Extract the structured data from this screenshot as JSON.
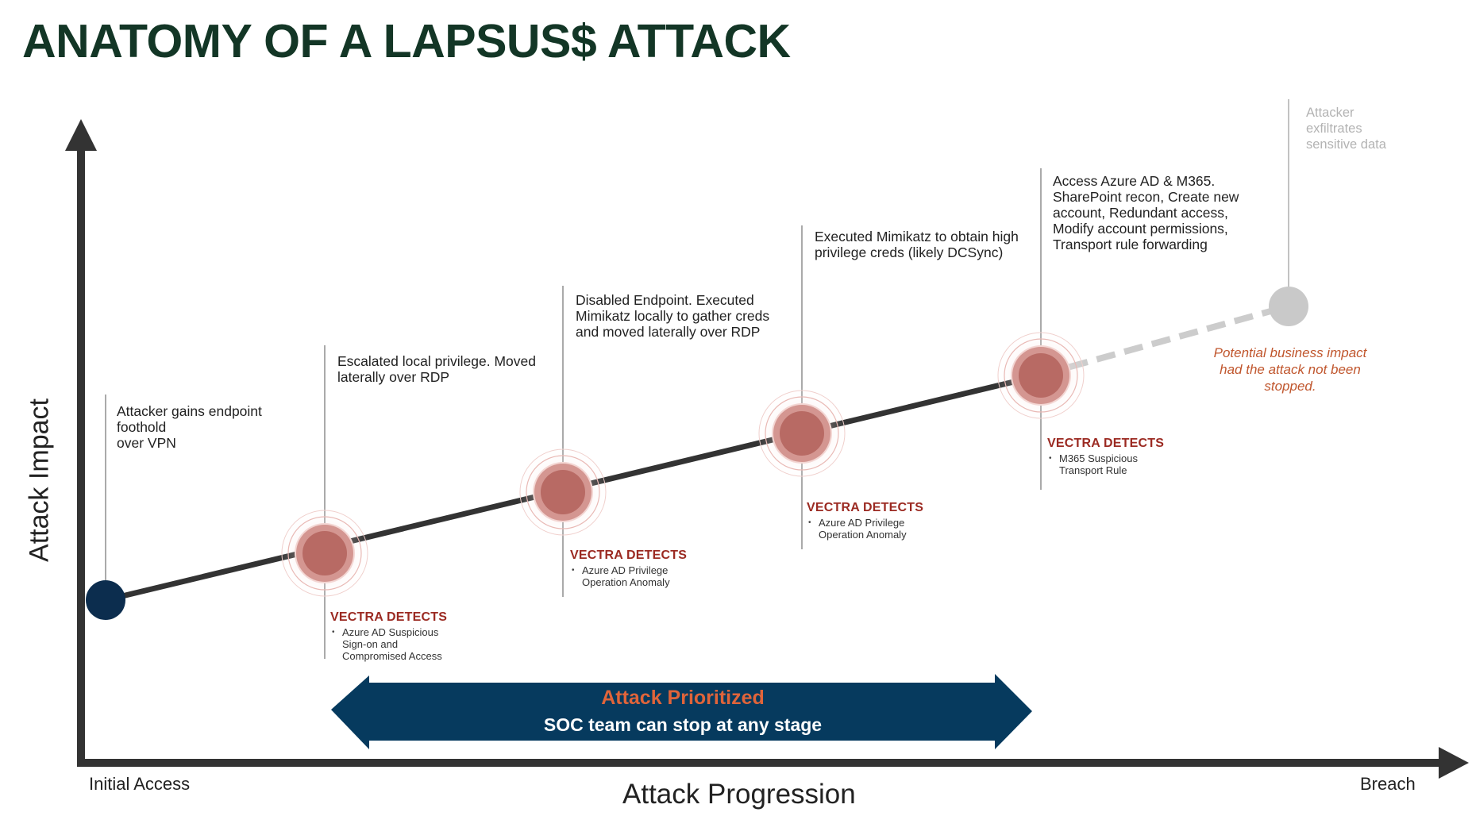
{
  "title": "ANATOMY OF A LAPSUS$ ATTACK",
  "axes": {
    "x_title": "Attack Progression",
    "y_title": "Attack Impact",
    "x_start": "Initial Access",
    "x_end": "Breach"
  },
  "stages": [
    {
      "lines": [
        "Attacker gains endpoint",
        "foothold",
        "over VPN"
      ]
    },
    {
      "lines": [
        "Escalated local privilege. Moved",
        "laterally over RDP"
      ]
    },
    {
      "lines": [
        "Disabled Endpoint. Executed",
        "Mimikatz locally to gather creds",
        "and moved laterally over RDP"
      ]
    },
    {
      "lines": [
        "Executed Mimikatz to obtain high",
        "privilege creds (likely DCSync)"
      ]
    },
    {
      "lines": [
        "Access Azure AD & M365.",
        "SharePoint recon, Create new",
        "account, Redundant access,",
        "Modify account permissions,",
        "Transport rule forwarding"
      ]
    },
    {
      "lines": [
        "Attacker",
        "exfiltrates",
        "sensitive data"
      ]
    }
  ],
  "detections": [
    {
      "heading": "VECTRA DETECTS",
      "item_lines": [
        "Azure AD Suspicious",
        "Sign-on and",
        "Compromised Access"
      ]
    },
    {
      "heading": "VECTRA DETECTS",
      "item_lines": [
        "Azure AD Privilege",
        "Operation Anomaly"
      ]
    },
    {
      "heading": "VECTRA DETECTS",
      "item_lines": [
        "Azure AD Privilege",
        "Operation Anomaly"
      ]
    },
    {
      "heading": "VECTRA DETECTS",
      "item_lines": [
        "M365 Suspicious",
        "Transport Rule"
      ]
    }
  ],
  "potential_impact": {
    "lines": [
      "Potential business impact",
      "had the attack not been",
      "stopped."
    ]
  },
  "banner": {
    "title": "Attack Prioritized",
    "subtitle": "SOC team can stop at any stage"
  },
  "colors": {
    "title": "#133626",
    "axis": "#333333",
    "start_node": "#0c2d4e",
    "detect_node": "#b86a64",
    "detect_ring": "#d49691",
    "future_node": "#c9c9c9",
    "detect_heading": "#9b2a22",
    "impact_note": "#c0562d",
    "banner_fill": "#063a5e",
    "banner_title": "#e0643a",
    "banner_subtitle": "#ffffff"
  },
  "icons": {
    "y_axis_arrowhead": "arrow-up-icon",
    "x_axis_arrowhead": "arrow-right-icon"
  }
}
